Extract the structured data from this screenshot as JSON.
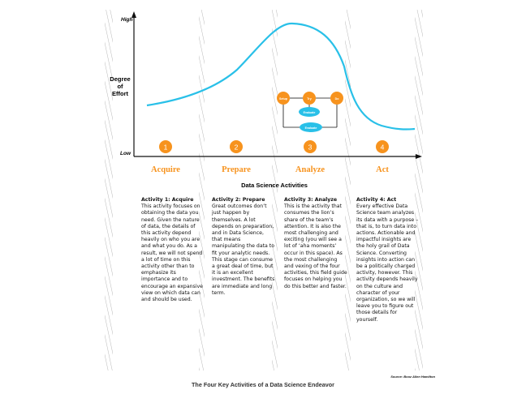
{
  "axis": {
    "y_high": "High",
    "y_low": "Low",
    "y_title_lines": [
      "Degree",
      "of",
      "Effort"
    ]
  },
  "center_title": "Data Science Activities",
  "activities": [
    {
      "number": "1",
      "name": "Acquire",
      "heading": "Activity 1: Acquire",
      "body": "This activity focuses on obtaining the data you need. Given the nature of data, the details of this activity depend heavily on who you are and what you do. As a result, we will not spend a lot of time on this activity other than to emphasize its importance and to encourage an expansive view on which data can and should be used."
    },
    {
      "number": "2",
      "name": "Prepare",
      "heading": "Activity 2: Prepare",
      "body": "Great outcomes don’t just happen by themselves. A lot depends on preparation, and in Data Science, that means manipulating the data to fit your analytic needs. This stage can consume a great deal of time, but it is an excellent investment. The benefits are immediate and long term."
    },
    {
      "number": "3",
      "name": "Analyze",
      "heading": "Activity 3: Analyze",
      "body": "This is the activity that consumes the lion’s share of the team’s attention. It is also the most challenging and exciting (you will see a lot of ‘aha moments’ occur in this space). As the most challenging and vexing of the four activities, this field guide focuses on helping you do this better and faster."
    },
    {
      "number": "4",
      "name": "Act",
      "heading": "Activity 4: Act",
      "body": "Every effective Data Science team analyzes its data with a purpose – that is, to turn data into actions. Actionable and impactful insights are the holy grail of Data Science. Converting insights into action can be a politically charged activity, however. This activity depends heavily on the culture and character of your organization, so we will leave you to figure out those details for yourself."
    }
  ],
  "cycle": {
    "setup": "Setup",
    "try": "Try",
    "do": "Do",
    "evaluate_1": "Evaluate",
    "evaluate_2": "Evaluate"
  },
  "source": "Source: Booz Allen Hamilton",
  "caption": "The Four Key Activities of a Data Science Endeavor",
  "colors": {
    "orange": "#f7931e",
    "teal": "#29c0e8",
    "hatch": "#777777",
    "line": "#111111"
  }
}
